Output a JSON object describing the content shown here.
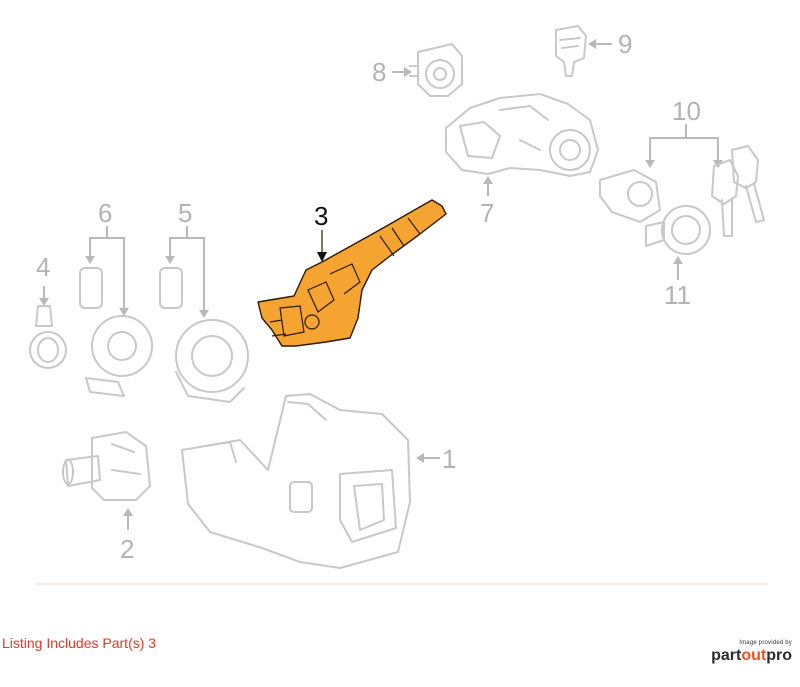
{
  "callouts": {
    "c1": "1",
    "c2": "2",
    "c3": "3",
    "c4": "4",
    "c5": "5",
    "c6": "6",
    "c7": "7",
    "c8": "8",
    "c9": "9",
    "c10": "10",
    "c11": "11"
  },
  "highlighted_part": "3",
  "colors": {
    "highlight": "#f5a431",
    "ghost_parts": "#c8c8c8",
    "listing_text": "#e0392b",
    "brand_accent": "#e8541e"
  },
  "footer": {
    "listing_note": "Listing Includes Part(s) 3",
    "brand_caption": "Image provided by",
    "brand_name_part1": "part",
    "brand_name_part2": "out",
    "brand_name_part3": "pro"
  }
}
